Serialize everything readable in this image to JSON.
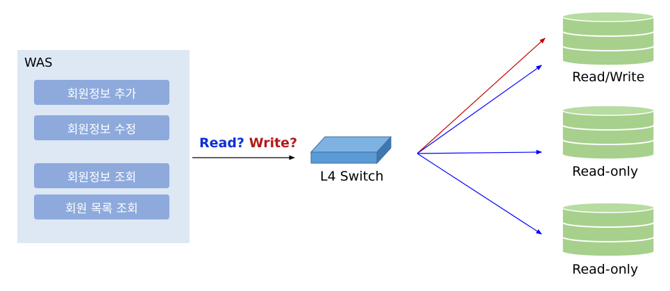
{
  "was": {
    "title": "WAS",
    "operations": [
      "회원정보 추가",
      "회원정보 수정",
      "회원정보 조회",
      "회원 목록 조회"
    ]
  },
  "request": {
    "read": "Read?",
    "write": "Write?"
  },
  "switch": {
    "label": "L4 Switch"
  },
  "databases": [
    {
      "label": "Read/Write"
    },
    {
      "label": "Read-only"
    },
    {
      "label": "Read-only"
    }
  ],
  "colors": {
    "was_bg": "#dde8f4",
    "op_bg": "#8eaadc",
    "db_fill": "#a6d08c",
    "switch_fill": "#5b9bd5",
    "read_arrow": "#0000ff",
    "write_arrow": "#c00000"
  }
}
